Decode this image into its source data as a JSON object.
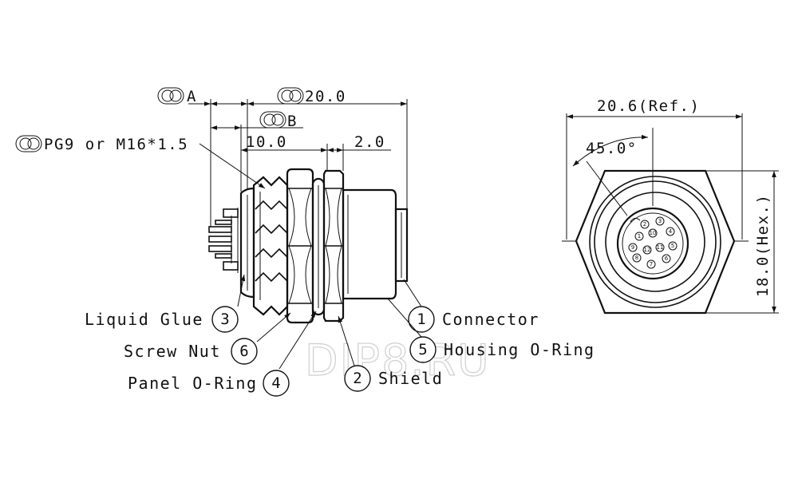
{
  "tolerances": {
    "a": "A",
    "b": "B",
    "thread": "PG9 or M16*1.5"
  },
  "dimensions": {
    "overall_length": "20.0",
    "thread_length": "10.0",
    "flange": "2.0",
    "width_ref": "20.6(Ref.)",
    "angle": "45.0°",
    "hex": "18.0(Hex.)"
  },
  "parts": [
    {
      "number": "1",
      "name": "Connector"
    },
    {
      "number": "2",
      "name": "Shield"
    },
    {
      "number": "3",
      "name": "Liquid Glue"
    },
    {
      "number": "4",
      "name": "Panel O-Ring"
    },
    {
      "number": "5",
      "name": "Housing O-Ring"
    },
    {
      "number": "6",
      "name": "Screw Nut"
    }
  ],
  "pin_labels": [
    "1",
    "2",
    "3",
    "4",
    "5",
    "6",
    "7",
    "8",
    "9",
    "10",
    "11",
    "12"
  ],
  "watermark": "DIP8.RU"
}
